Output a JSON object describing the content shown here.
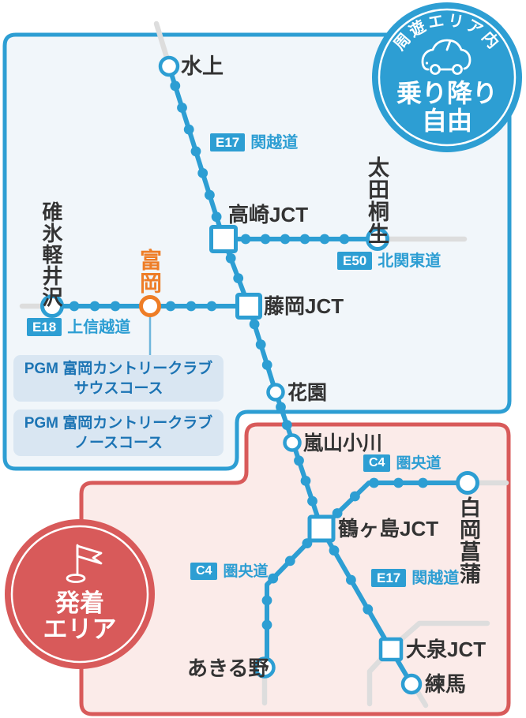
{
  "colors": {
    "blue": "#2D9ED3",
    "light_blue_bg": "#F1F6FA",
    "card_bg": "#D9E6F2",
    "card_text": "#1C74B4",
    "red": "#D85A5A",
    "red_bg": "#FBEBE9",
    "orange": "#EE7D26",
    "gray_line": "#DDDDDD",
    "label_text": "#333333"
  },
  "tour_badge": {
    "arch": "周遊エリア内",
    "line1": "乗り降り",
    "line2": "自由"
  },
  "departure_badge": {
    "line1": "発着",
    "line2": "エリア"
  },
  "stations": {
    "minakami": "水上",
    "takasaki_jct": "高崎JCT",
    "ota_kiryu": "太田桐生",
    "usui_karuizawa": "碓氷軽井沢",
    "tomioka": "富岡",
    "fujioka_jct": "藤岡JCT",
    "hanazono": "花園",
    "ranzan_ogawa": "嵐山小川",
    "tsurugashima_jct": "鶴ヶ島JCT",
    "shiraoka_shobu": "白岡菖蒲",
    "akiruno": "あきる野",
    "oizumi_jct": "大泉JCT",
    "nerima": "練馬"
  },
  "roads": {
    "e17_north": {
      "code": "E17",
      "name": "関越道"
    },
    "e50": {
      "code": "E50",
      "name": "北関東道"
    },
    "e18": {
      "code": "E18",
      "name": "上信越道"
    },
    "c4_east": {
      "code": "C4",
      "name": "圏央道"
    },
    "c4_south": {
      "code": "C4",
      "name": "圏央道"
    },
    "e17_south": {
      "code": "E17",
      "name": "関越道"
    }
  },
  "golf_courses": [
    {
      "line1": "PGM 富岡カントリークラブ",
      "line2": "サウスコース"
    },
    {
      "line1": "PGM 富岡カントリークラブ",
      "line2": "ノースコース"
    }
  ]
}
